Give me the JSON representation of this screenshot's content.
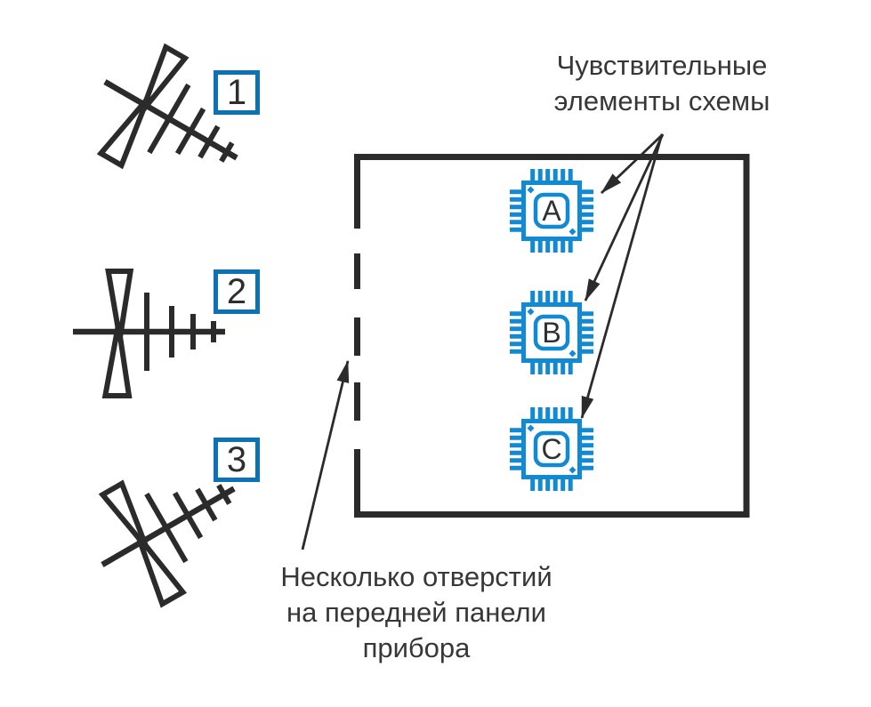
{
  "title": {
    "text": "Чувствительные\nэлементы схемы"
  },
  "caption": {
    "text": "Несколько отверстий\nна передней панели\nприбора"
  },
  "antennas": [
    {
      "label": "1"
    },
    {
      "label": "2"
    },
    {
      "label": "3"
    }
  ],
  "chips": [
    {
      "letter": "A"
    },
    {
      "letter": "B"
    },
    {
      "letter": "C"
    }
  ],
  "colors": {
    "chip_blue": "#1189d3",
    "label_blue": "#0d71b5",
    "line_dark": "#2b2b2b",
    "text_dark": "#373737"
  }
}
